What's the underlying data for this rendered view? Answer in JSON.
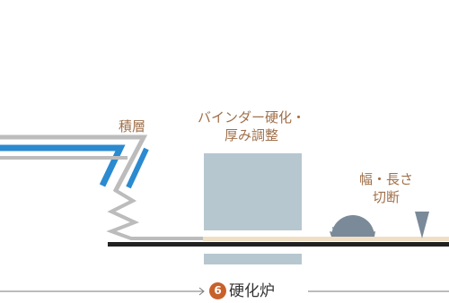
{
  "labels": {
    "lamination": "積層",
    "binder_line1": "バインダー硬化・",
    "binder_line2": "厚み調整",
    "cut_line1": "幅・長さ",
    "cut_line2": "切断"
  },
  "footer": {
    "step_number": "6",
    "title": "硬化炉"
  },
  "colors": {
    "label_text": "#a0704a",
    "fiber_gray": "#bcbcbc",
    "fiber_blue": "#2b8ad0",
    "oven_block": "#b7c7cf",
    "blade": "#7a8a99",
    "conveyor": "#222222",
    "mat": "#f0dfc4",
    "footer_badge": "#c8602a",
    "footer_line": "#7a7a7a"
  },
  "icons": {
    "saw": "circular-saw-icon",
    "cutter": "cutter-blade-icon"
  }
}
